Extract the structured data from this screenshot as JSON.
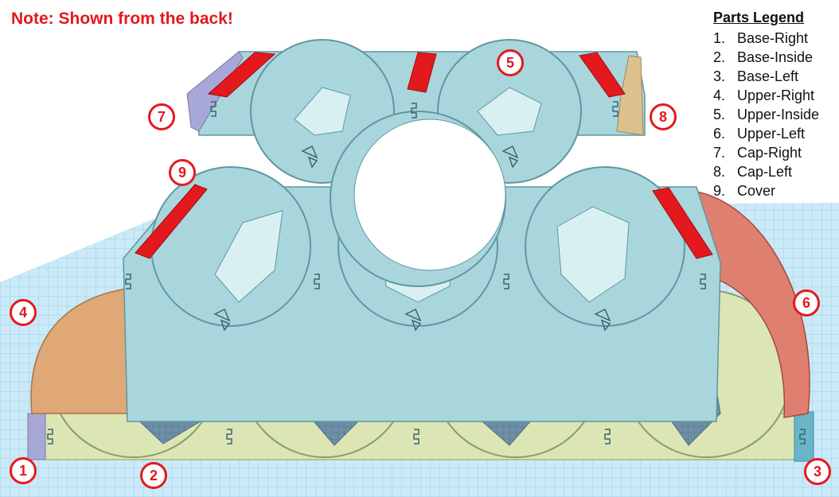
{
  "note": "Note: Shown from the back!",
  "legend": {
    "title": "Parts Legend",
    "items": [
      {
        "num": "1.",
        "label": "Base-Right"
      },
      {
        "num": "2.",
        "label": "Base-Inside"
      },
      {
        "num": "3.",
        "label": "Base-Left"
      },
      {
        "num": "4.",
        "label": "Upper-Right"
      },
      {
        "num": "5.",
        "label": "Upper-Inside"
      },
      {
        "num": "6.",
        "label": "Upper-Left"
      },
      {
        "num": "7.",
        "label": "Cap-Right"
      },
      {
        "num": "8.",
        "label": "Cap-Left"
      },
      {
        "num": "9.",
        "label": "Cover"
      }
    ]
  },
  "callouts": [
    "1",
    "2",
    "3",
    "4",
    "5",
    "6",
    "7",
    "8",
    "9"
  ],
  "colors": {
    "accent_red": "#e3191e",
    "body_blue": "#a9d6dc",
    "base_green": "#dce5b4",
    "upper_right_orange": "#e0a877",
    "upper_left_salmon": "#df7f6f",
    "cap_right_purple": "#a8a8d8",
    "cap_left_tan": "#dcc18f",
    "base_left_blue": "#6ab5c8",
    "grid_blue": "#c6e6f6"
  }
}
